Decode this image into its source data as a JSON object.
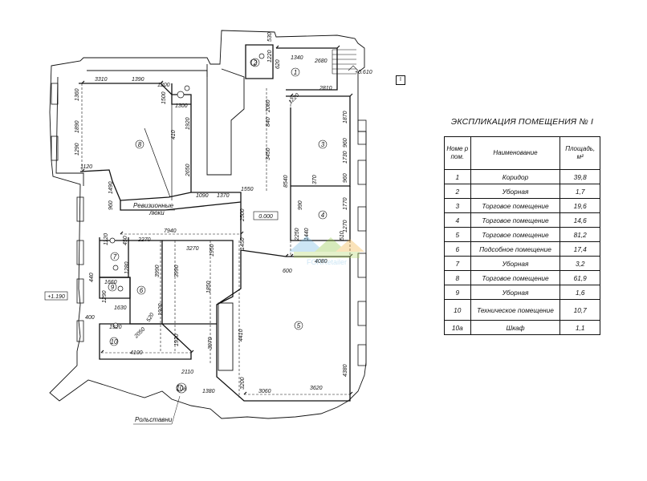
{
  "explication": {
    "title": "ЭКСПЛИКАЦИЯ ПОМЕЩЕНИЯ № I",
    "headers": {
      "number": "Номе р пом.",
      "name": "Наименование",
      "area": "Площадь, м²"
    },
    "rows": [
      {
        "n": "1",
        "name": "Коридор",
        "area": "39,8"
      },
      {
        "n": "2",
        "name": "Уборная",
        "area": "1,7"
      },
      {
        "n": "3",
        "name": "Торговое помещение",
        "area": "19,6"
      },
      {
        "n": "4",
        "name": "Торговое помещение",
        "area": "14,6"
      },
      {
        "n": "5",
        "name": "Торговое помещение",
        "area": "81,2"
      },
      {
        "n": "6",
        "name": "Подсобное помещение",
        "area": "17,4"
      },
      {
        "n": "7",
        "name": "Уборная",
        "area": "3,2"
      },
      {
        "n": "8",
        "name": "Торговое помещение",
        "area": "61,9"
      },
      {
        "n": "9",
        "name": "Уборная",
        "area": "1,6"
      },
      {
        "n": "10",
        "name": "Техническое помещение",
        "area": "10,7"
      },
      {
        "n": "10а",
        "name": "Шкаф",
        "area": "1,1"
      }
    ]
  },
  "sheet_number": "I",
  "levels": {
    "top_right": "+0.610",
    "center": "0.000",
    "left": "+1.190"
  },
  "labels": {
    "revision": "Ревизионные",
    "hatches": "люки",
    "shutters": "Рольставни"
  },
  "watermark": "FORRetailer",
  "room_numbers": {
    "r1": "1",
    "r2": "2",
    "r3": "3",
    "r4": "4",
    "r5": "5",
    "r6": "6",
    "r7": "7",
    "r8": "8",
    "r9": "9",
    "r10": "10",
    "r10a": "10а"
  },
  "dimensions": {
    "d530": "530",
    "d1340": "1340",
    "d2680": "2680",
    "d1220": "1220",
    "d620": "620",
    "d2810": "2810",
    "d1220b": "1220",
    "d1870": "1870",
    "d960": "960",
    "d1730": "1730",
    "d960b": "960",
    "d1770": "1770",
    "d1270": "1270",
    "d3310": "3310",
    "d1390": "1390",
    "d1200": "1200",
    "d1500": "1500",
    "d1300": "1300",
    "d1920": "1920",
    "d2080": "2080",
    "d840": "840",
    "d3450": "3450",
    "d8540": "8540",
    "d1360": "1360",
    "d1890": "1890",
    "d1290": "1290",
    "d410": "410",
    "d2650": "2650",
    "d1120": "1120",
    "d1490": "1490",
    "d960c": "960",
    "d1090": "1090",
    "d1370": "1370",
    "d1550": "1550",
    "d2500": "2500",
    "d1450": "1450",
    "d990": "990",
    "d2250": "2250",
    "d1440": "1440",
    "d370": "370",
    "d510": "510",
    "d7940": "7940",
    "d2270": "2270",
    "d1120b": "1120",
    "d450": "450",
    "d1950": "1950",
    "d3270": "3270",
    "d4080": "4080",
    "d600": "600",
    "d3990": "3990",
    "d1280": "1280",
    "d1850": "1850",
    "d3990b": "3990",
    "d440": "440",
    "d1660": "1660",
    "d1290b": "1290",
    "d1630": "1630",
    "d1920b": "1920",
    "d1920c": "1920",
    "d520": "520",
    "d400": "400",
    "d1520": "1520",
    "d2050": "2050",
    "d3970": "3970",
    "d4410": "4410",
    "d4100": "4100",
    "d2110": "2110",
    "d1380": "1380",
    "d3200": "3200",
    "d3060": "3060",
    "d3620": "3620",
    "d4380": "4380"
  }
}
